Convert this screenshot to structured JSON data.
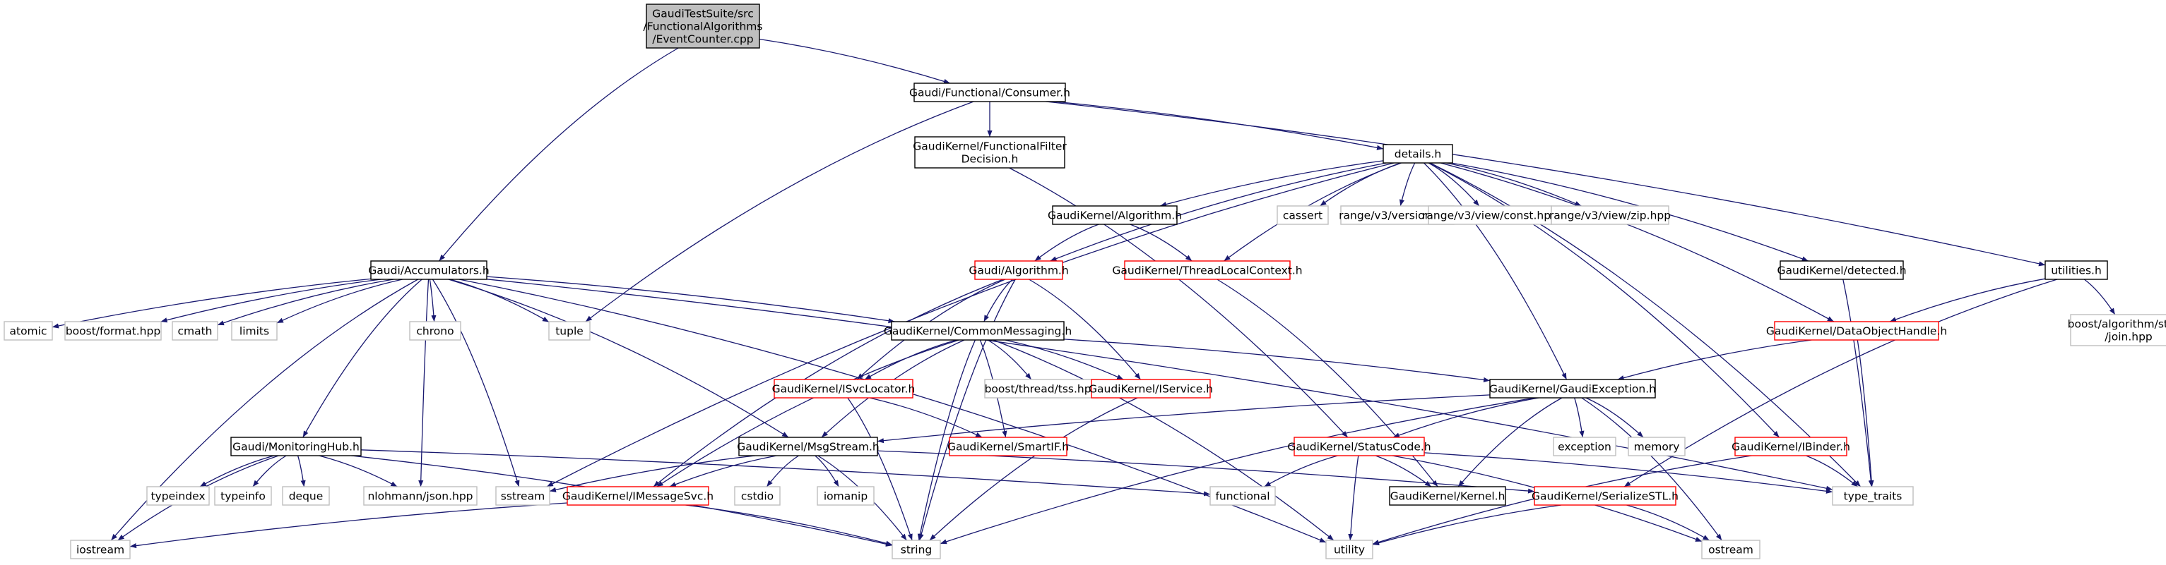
{
  "diagram": {
    "colors": {
      "edge": "#191970",
      "box_normal": "#000000",
      "box_truncated": "#ff0000",
      "box_external": "#bfbfbf",
      "root_fill": "#bfbfbf",
      "fill": "#ffffff"
    },
    "nodes": {
      "root": {
        "lines": [
          "GaudiTestSuite/src",
          "/FunctionalAlgorithms",
          "/EventCounter.cpp"
        ],
        "kind": "root"
      },
      "consumer": {
        "lines": [
          "Gaudi/Functional/Consumer.h"
        ],
        "kind": "normal"
      },
      "accumulators": {
        "lines": [
          "Gaudi/Accumulators.h"
        ],
        "kind": "normal"
      },
      "funcfilter": {
        "lines": [
          "GaudiKernel/FunctionalFilter",
          "Decision.h"
        ],
        "kind": "normal"
      },
      "details": {
        "lines": [
          "details.h"
        ],
        "kind": "normal"
      },
      "utilities": {
        "lines": [
          "utilities.h"
        ],
        "kind": "normal"
      },
      "kalgorithm": {
        "lines": [
          "GaudiKernel/Algorithm.h"
        ],
        "kind": "normal"
      },
      "cassert": {
        "lines": [
          "cassert"
        ],
        "kind": "external"
      },
      "rv3version": {
        "lines": [
          "range/v3/version.hpp"
        ],
        "kind": "external"
      },
      "rv3const": {
        "lines": [
          "range/v3/view/const.hpp"
        ],
        "kind": "external"
      },
      "rv3zip": {
        "lines": [
          "range/v3/view/zip.hpp"
        ],
        "kind": "external"
      },
      "galgorithm": {
        "lines": [
          "Gaudi/Algorithm.h"
        ],
        "kind": "truncated"
      },
      "threadlocal": {
        "lines": [
          "GaudiKernel/ThreadLocalContext.h"
        ],
        "kind": "truncated"
      },
      "detected": {
        "lines": [
          "GaudiKernel/detected.h"
        ],
        "kind": "normal"
      },
      "boostjoin": {
        "lines": [
          "boost/algorithm/string",
          "/join.hpp"
        ],
        "kind": "external"
      },
      "dataobj": {
        "lines": [
          "GaudiKernel/DataObjectHandle.h"
        ],
        "kind": "truncated"
      },
      "atomic": {
        "lines": [
          "atomic"
        ],
        "kind": "external"
      },
      "boostformat": {
        "lines": [
          "boost/format.hpp"
        ],
        "kind": "external"
      },
      "cmath": {
        "lines": [
          "cmath"
        ],
        "kind": "external"
      },
      "limits": {
        "lines": [
          "limits"
        ],
        "kind": "external"
      },
      "chrono": {
        "lines": [
          "chrono"
        ],
        "kind": "external"
      },
      "tuple": {
        "lines": [
          "tuple"
        ],
        "kind": "external"
      },
      "commonmsg": {
        "lines": [
          "GaudiKernel/CommonMessaging.h"
        ],
        "kind": "normal"
      },
      "isvclocator": {
        "lines": [
          "GaudiKernel/ISvcLocator.h"
        ],
        "kind": "truncated"
      },
      "boosttss": {
        "lines": [
          "boost/thread/tss.hpp"
        ],
        "kind": "external"
      },
      "iservice": {
        "lines": [
          "GaudiKernel/IService.h"
        ],
        "kind": "truncated"
      },
      "gaudiexc": {
        "lines": [
          "GaudiKernel/GaudiException.h"
        ],
        "kind": "normal"
      },
      "smartif": {
        "lines": [
          "GaudiKernel/SmartIF.h"
        ],
        "kind": "truncated"
      },
      "monhub": {
        "lines": [
          "Gaudi/MonitoringHub.h"
        ],
        "kind": "normal"
      },
      "msgstream": {
        "lines": [
          "GaudiKernel/MsgStream.h"
        ],
        "kind": "normal"
      },
      "statuscode": {
        "lines": [
          "GaudiKernel/StatusCode.h"
        ],
        "kind": "truncated"
      },
      "exception": {
        "lines": [
          "exception"
        ],
        "kind": "external"
      },
      "memory": {
        "lines": [
          "memory"
        ],
        "kind": "external"
      },
      "ibinder": {
        "lines": [
          "GaudiKernel/IBinder.h"
        ],
        "kind": "truncated"
      },
      "typeindex": {
        "lines": [
          "typeindex"
        ],
        "kind": "external"
      },
      "typeinfo": {
        "lines": [
          "typeinfo"
        ],
        "kind": "external"
      },
      "deque": {
        "lines": [
          "deque"
        ],
        "kind": "external"
      },
      "nlohmann": {
        "lines": [
          "nlohmann/json.hpp"
        ],
        "kind": "external"
      },
      "sstream": {
        "lines": [
          "sstream"
        ],
        "kind": "external"
      },
      "imessagesvc": {
        "lines": [
          "GaudiKernel/IMessageSvc.h"
        ],
        "kind": "truncated"
      },
      "cstdio": {
        "lines": [
          "cstdio"
        ],
        "kind": "external"
      },
      "iomanip": {
        "lines": [
          "iomanip"
        ],
        "kind": "external"
      },
      "functional": {
        "lines": [
          "functional"
        ],
        "kind": "external"
      },
      "kernel": {
        "lines": [
          "GaudiKernel/Kernel.h"
        ],
        "kind": "normal"
      },
      "serializestl": {
        "lines": [
          "GaudiKernel/SerializeSTL.h"
        ],
        "kind": "truncated"
      },
      "typetraits": {
        "lines": [
          "type_traits"
        ],
        "kind": "external"
      },
      "iostream": {
        "lines": [
          "iostream"
        ],
        "kind": "external"
      },
      "string": {
        "lines": [
          "string"
        ],
        "kind": "external"
      },
      "utility": {
        "lines": [
          "utility"
        ],
        "kind": "external"
      },
      "ostream": {
        "lines": [
          "ostream"
        ],
        "kind": "external"
      }
    },
    "edges": [
      [
        "root",
        "consumer"
      ],
      [
        "root",
        "accumulators"
      ],
      [
        "consumer",
        "funcfilter"
      ],
      [
        "consumer",
        "details"
      ],
      [
        "consumer",
        "utilities"
      ],
      [
        "consumer",
        "tuple"
      ],
      [
        "funcfilter",
        "statuscode"
      ],
      [
        "details",
        "kalgorithm"
      ],
      [
        "details",
        "galgorithm"
      ],
      [
        "details",
        "threadlocal"
      ],
      [
        "details",
        "cassert"
      ],
      [
        "details",
        "rv3version"
      ],
      [
        "details",
        "rv3const"
      ],
      [
        "details",
        "rv3zip"
      ],
      [
        "details",
        "detected"
      ],
      [
        "details",
        "dataobj"
      ],
      [
        "details",
        "gaudiexc"
      ],
      [
        "details",
        "ibinder"
      ],
      [
        "details",
        "typetraits"
      ],
      [
        "details",
        "sstream"
      ],
      [
        "utilities",
        "boostjoin"
      ],
      [
        "utilities",
        "dataobj"
      ],
      [
        "utilities",
        "serializestl"
      ],
      [
        "kalgorithm",
        "galgorithm"
      ],
      [
        "kalgorithm",
        "threadlocal"
      ],
      [
        "threadlocal",
        "kernel"
      ],
      [
        "detected",
        "typetraits"
      ],
      [
        "dataobj",
        "gaudiexc"
      ],
      [
        "dataobj",
        "typetraits"
      ],
      [
        "galgorithm",
        "commonmsg"
      ],
      [
        "galgorithm",
        "isvclocator"
      ],
      [
        "galgorithm",
        "iservice"
      ],
      [
        "galgorithm",
        "imessagesvc"
      ],
      [
        "galgorithm",
        "string"
      ],
      [
        "accumulators",
        "atomic"
      ],
      [
        "accumulators",
        "boostformat"
      ],
      [
        "accumulators",
        "cmath"
      ],
      [
        "accumulators",
        "limits"
      ],
      [
        "accumulators",
        "chrono"
      ],
      [
        "accumulators",
        "tuple"
      ],
      [
        "accumulators",
        "commonmsg"
      ],
      [
        "accumulators",
        "monhub"
      ],
      [
        "accumulators",
        "msgstream"
      ],
      [
        "accumulators",
        "nlohmann"
      ],
      [
        "accumulators",
        "sstream"
      ],
      [
        "accumulators",
        "iostream"
      ],
      [
        "accumulators",
        "utility"
      ],
      [
        "accumulators",
        "typetraits"
      ],
      [
        "commonmsg",
        "isvclocator"
      ],
      [
        "commonmsg",
        "boosttss"
      ],
      [
        "commonmsg",
        "iservice"
      ],
      [
        "commonmsg",
        "smartif"
      ],
      [
        "commonmsg",
        "gaudiexc"
      ],
      [
        "commonmsg",
        "msgstream"
      ],
      [
        "commonmsg",
        "imessagesvc"
      ],
      [
        "commonmsg",
        "string"
      ],
      [
        "commonmsg",
        "utility"
      ],
      [
        "isvclocator",
        "smartif"
      ],
      [
        "isvclocator",
        "string"
      ],
      [
        "iservice",
        "string"
      ],
      [
        "gaudiexc",
        "msgstream"
      ],
      [
        "gaudiexc",
        "statuscode"
      ],
      [
        "gaudiexc",
        "exception"
      ],
      [
        "gaudiexc",
        "memory"
      ],
      [
        "gaudiexc",
        "kernel"
      ],
      [
        "gaudiexc",
        "string"
      ],
      [
        "gaudiexc",
        "ostream"
      ],
      [
        "monhub",
        "typeindex"
      ],
      [
        "monhub",
        "typeinfo"
      ],
      [
        "monhub",
        "deque"
      ],
      [
        "monhub",
        "nlohmann"
      ],
      [
        "monhub",
        "functional"
      ],
      [
        "monhub",
        "iostream"
      ],
      [
        "monhub",
        "string"
      ],
      [
        "msgstream",
        "imessagesvc"
      ],
      [
        "msgstream",
        "cstdio"
      ],
      [
        "msgstream",
        "iomanip"
      ],
      [
        "msgstream",
        "string"
      ],
      [
        "msgstream",
        "sstream"
      ],
      [
        "msgstream",
        "serializestl"
      ],
      [
        "statuscode",
        "functional"
      ],
      [
        "statuscode",
        "kernel"
      ],
      [
        "statuscode",
        "utility"
      ],
      [
        "statuscode",
        "typetraits"
      ],
      [
        "statuscode",
        "ostream"
      ],
      [
        "ibinder",
        "typetraits"
      ],
      [
        "ibinder",
        "utility"
      ],
      [
        "imessagesvc",
        "iostream"
      ],
      [
        "imessagesvc",
        "string"
      ],
      [
        "serializestl",
        "ostream"
      ],
      [
        "serializestl",
        "utility"
      ]
    ]
  }
}
